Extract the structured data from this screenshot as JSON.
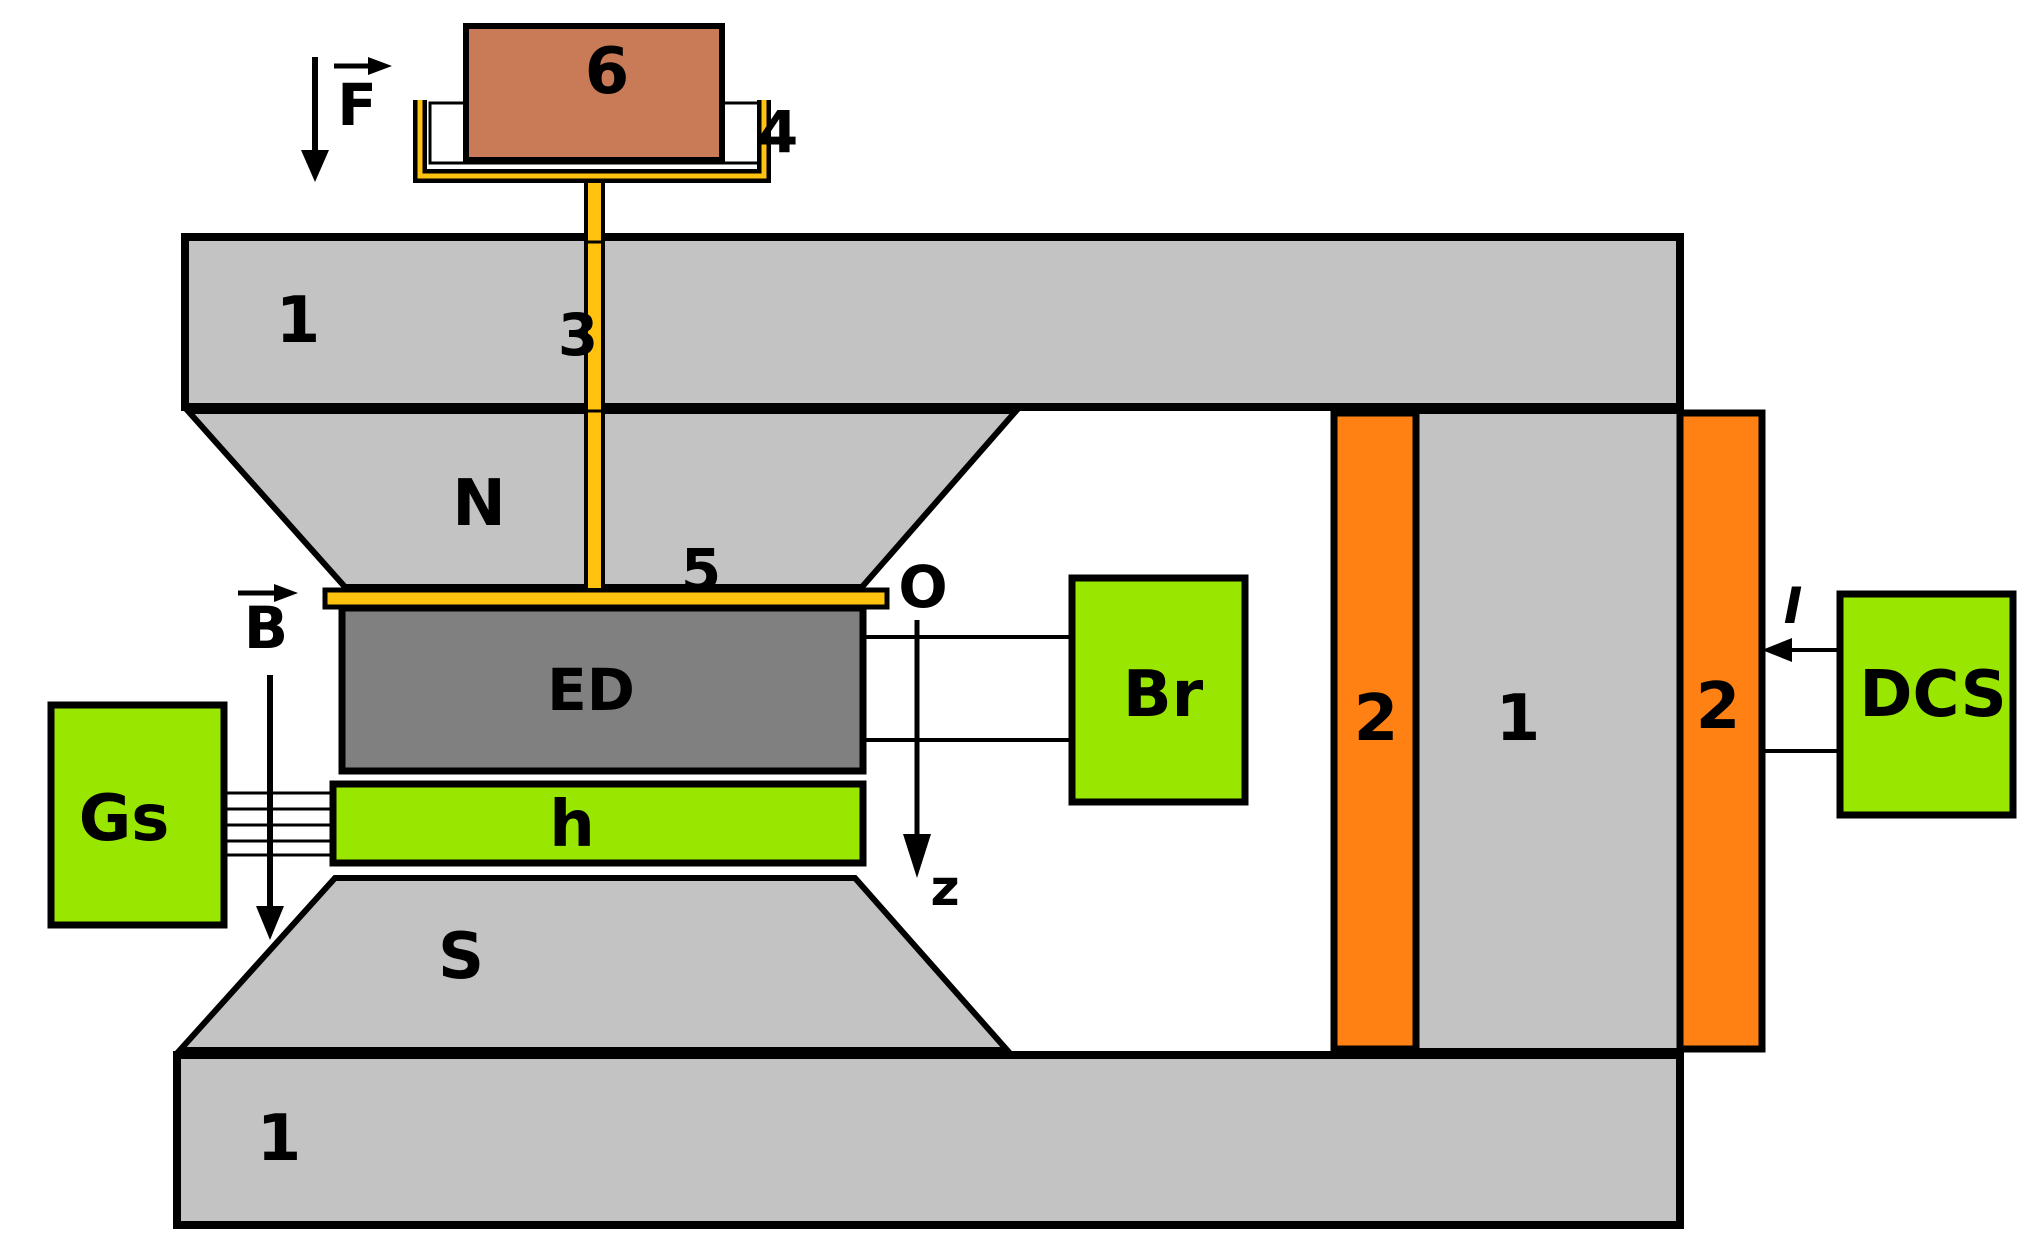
{
  "labels": {
    "weight": "6",
    "pan": "4",
    "rod": "3",
    "plate": "5",
    "yoke_top": "1",
    "yoke_right": "1",
    "yoke_bottom": "1",
    "coil_left": "2",
    "coil_right": "2",
    "pole_north": "N",
    "pole_south": "S",
    "sample": "ED",
    "hall_probe": "h",
    "gaussmeter": "Gs",
    "bridge": "Br",
    "dc_source": "DCS",
    "force": "F",
    "field": "B",
    "current": "I",
    "origin": "O",
    "axis_z": "z"
  },
  "colors": {
    "yoke": "#c3c3c3",
    "coil": "#ff8114",
    "instrument": "#99e600",
    "sample": "#808080",
    "weight": "#c97a57",
    "rod": "#ffc20e",
    "outline": "#000000"
  }
}
